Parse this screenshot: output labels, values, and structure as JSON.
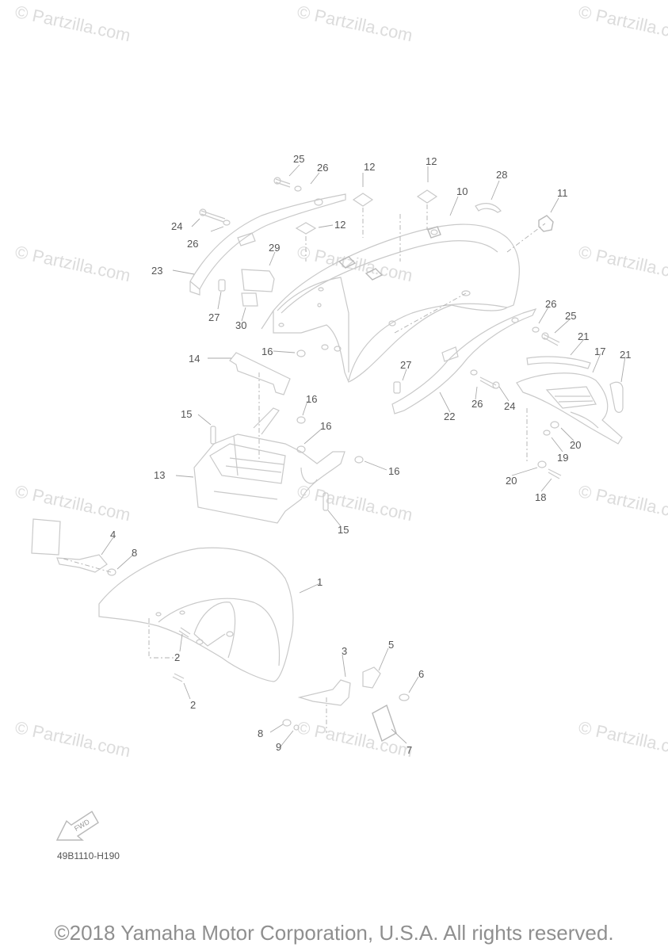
{
  "watermark": {
    "text": "© Partzilla.com"
  },
  "diagram_code": "49B1110-H190",
  "copyright": "©2018 Yamaha Motor Corporation, U.S.A. All rights reserved.",
  "fwd_label": "FWD",
  "callouts": {
    "c1": "1",
    "c2a": "2",
    "c2b": "2",
    "c3": "3",
    "c4": "4",
    "c5": "5",
    "c6": "6",
    "c7": "7",
    "c8a": "8",
    "c8b": "8",
    "c9": "9",
    "c10": "10",
    "c11": "11",
    "c12a": "12",
    "c12b": "12",
    "c12c": "12",
    "c13": "13",
    "c14": "14",
    "c15a": "15",
    "c15b": "15",
    "c16a": "16",
    "c16b": "16",
    "c16c": "16",
    "c16d": "16",
    "c17": "17",
    "c18": "18",
    "c19": "19",
    "c20a": "20",
    "c20b": "20",
    "c21a": "21",
    "c21b": "21",
    "c22": "22",
    "c23": "23",
    "c24a": "24",
    "c24b": "24",
    "c25a": "25",
    "c25b": "25",
    "c26a": "26",
    "c26b": "26",
    "c26c": "26",
    "c26d": "26",
    "c27a": "27",
    "c27b": "27",
    "c28": "28",
    "c29": "29",
    "c30": "30"
  }
}
